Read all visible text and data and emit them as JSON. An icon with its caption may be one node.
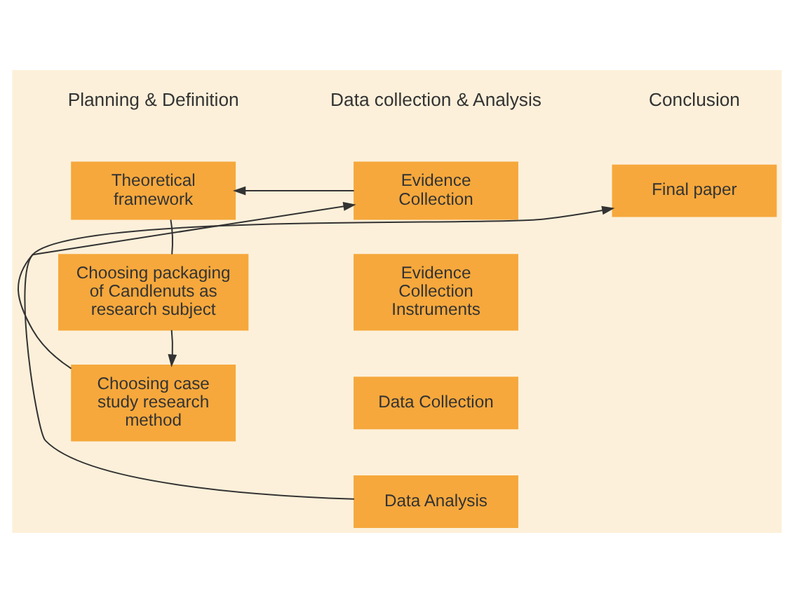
{
  "diagram": {
    "nodes": [
      {
        "text": [
          "Theoretical framework"
        ]
      },
      {
        "text": [
          "Choosing packaging of Candlenuts as research subject"
        ]
      },
      {
        "text": [
          "Choosing case study research method"
        ]
      },
      {
        "text": [
          "Evidence Collection"
        ]
      },
      {
        "text": [
          "Evidence Collection Instruments"
        ]
      },
      {
        "text": [
          "Data Collection"
        ]
      },
      {
        "text": [
          "Data Analysis"
        ]
      },
      {
        "text": [
          "Final paper"
        ]
      }
    ],
    "edges": [
      {
        "from": 3,
        "to": 0,
        "arrow": "to"
      },
      {
        "from": 0,
        "to": 1,
        "arrow": "none"
      },
      {
        "from": 1,
        "to": 2,
        "arrow": "to"
      },
      {
        "from": 2,
        "to": 3,
        "arrow": "to"
      },
      {
        "from": 6,
        "to": 7,
        "arrow": "to"
      }
    ],
    "labels": [
      "Planning & Definition",
      "Data collection & Analysis",
      "Conclusion"
    ]
  }
}
